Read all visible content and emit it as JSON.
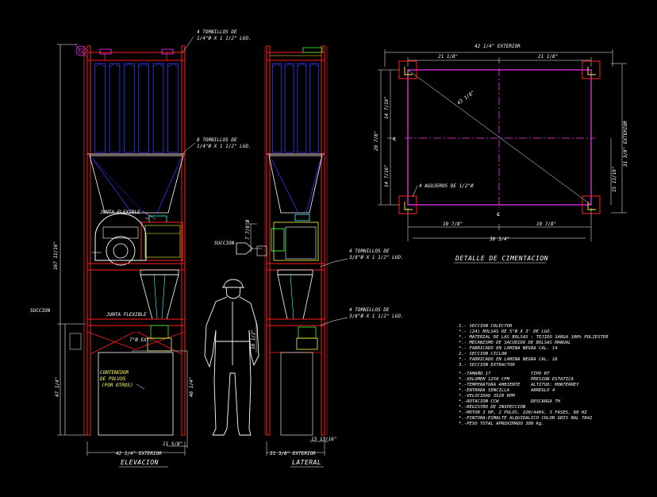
{
  "colors": {
    "background": "#000000",
    "red": "#ff2020",
    "blue": "#2a3cff",
    "magenta": "#ff33ff",
    "yellow": "#ffff33",
    "green": "#33ff33",
    "cyan": "#33ffff",
    "white": "#ffffff"
  },
  "elevation": {
    "callout_top": [
      "4 TORNILLOS DE",
      "1/4\"Ø X 1 1/2\" LGO."
    ],
    "callout_mid": [
      "8 TORNILLOS DE",
      "1/4\"Ø X 1 1/2\" LGO."
    ],
    "junta_flexible_1": "JUNTA FLEXIBLE",
    "junta_flexible_2": "JUNTA FLEXIBLE",
    "dim_height": "167 11/16\"",
    "dim_lower": "47 1/4\"",
    "dim_right": "46 1/4\"",
    "succion_left": "SUCCION",
    "ext_label": "7\"Ø EXT.",
    "container": [
      "CONTENEDOR",
      "DE POLVOS",
      "(POR OTROS)"
    ],
    "dim_bottom_small": "11 5/8\"",
    "dim_bottom": "42 1/4\" EXTERIOR",
    "title": "ELEVACION"
  },
  "lateral": {
    "succion": "SUCCION",
    "dim_inlet": "7 7/8\"Ø",
    "dim_lower": "16 1/2\"",
    "callout_1": [
      "4 TORNILLOS DE",
      "3/8\"Ø X 1 1/2\" LGO."
    ],
    "callout_2": [
      "4 TORNILLOS DE",
      "3/8\"Ø X 1 1/2\" LGO."
    ],
    "dim_bottom_small": "13 13/16\"",
    "dim_bottom": "31 3/8\" EXTERIOR",
    "title": "LATERAL"
  },
  "detalle": {
    "dim_top": "42 1/4\" EXTERIOR",
    "dim_top_left": "21 1/8\"",
    "dim_top_right": "21 1/8\"",
    "dim_diag": "43 1/8\"",
    "dim_left_outer": "29 7/8\"",
    "dim_left_top": "14 7/16\"",
    "dim_left_bottom": "14 7/16\"",
    "dim_right_outer": "31 3/8\" EXTERIOR",
    "dim_right_inner": "15 11/16\"",
    "center_mark": "℄",
    "holes": "4 AGUJEROS DE 1/2\"Ø",
    "dim_bottom_left": "19 7/8\"",
    "dim_bottom_right": "19 7/8\"",
    "dim_bottom": "39 3/4\"",
    "title": "DETALLE DE CIMENTACION"
  },
  "notes": [
    "1.- SECCION COLECTOR",
    "*.- (24) BOLSAS DE 5\"Ø X 3' DE LGO.",
    "*.- MATERIAL DE LAS BOLSAS : TEJIDO SARGA 100% POLIESTER",
    "*.- MECANISMO DE SACUDIDO DE BOLSAS MANUAL",
    "*.- FABRICADO EN LAMINA NEGRA CAL. 14",
    "2.- SECCION CICLON",
    "*.- FABRICADO EN LAMINA NEGRA CAL. 16",
    "3.- SECCION EXTRACTOR",
    "*.-TAMAÑO 17               TIPO RT",
    "*.-VOLUMEN 1250 CFM        PRESION ESTATICA",
    "*.-TEMPERATURA AMBIENTE    ALTITUD: MONTERREY",
    "*.-ENTRADA SENCILLA        ARREGLO 4",
    "*.-VELOCIDAD 3520 RPM",
    "*.-ROTACION CCW            DESCARGA TH",
    "*.-REGISTRO DE INSPECCION",
    "*.-MOTOR 3 HP, 2 POLOS, 220/440V, 3 FASES, 60 HZ",
    "*.-PINTURA:ESMALTE ALQUIDALICO COLOR GRIS RAL 7042",
    "*.-PESO TOTAL APROXIMADO 300 Kg."
  ]
}
